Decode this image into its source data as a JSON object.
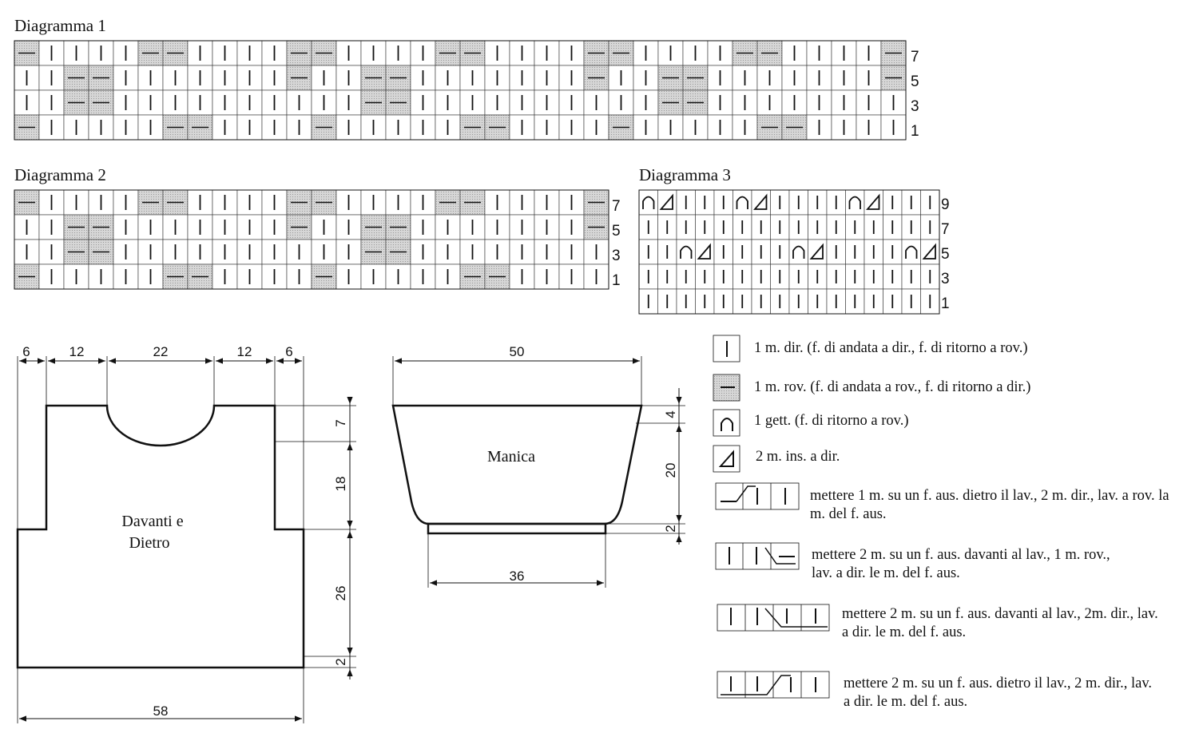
{
  "diagram1": {
    "title": "Diagramma 1",
    "row_numbers": [
      "7",
      "5",
      "3",
      "1"
    ]
  },
  "diagram2": {
    "title": "Diagramma 2",
    "row_numbers": [
      "7",
      "5",
      "3",
      "1"
    ]
  },
  "diagram3": {
    "title": "Diagramma 3",
    "row_numbers": [
      "9",
      "7",
      "5",
      "3",
      "1"
    ]
  },
  "body_schematic": {
    "label_line1": "Davanti e",
    "label_line2": "Dietro",
    "top_dims": [
      "6",
      "12",
      "22",
      "12",
      "6"
    ],
    "bottom_width": "58",
    "side_dims": [
      "7",
      "18",
      "26",
      "2"
    ]
  },
  "sleeve_schematic": {
    "label": "Manica",
    "top_width": "50",
    "bottom_width": "36",
    "side_dims": [
      "4",
      "20",
      "2"
    ]
  },
  "legend": [
    {
      "symbol": "knit-stitch",
      "text": "1 m. dir. (f. di andata a dir., f. di ritorno a rov.)"
    },
    {
      "symbol": "purl-stitch",
      "text": "1 m. rov. (f. di andata a rov., f. di ritorno a dir.)"
    },
    {
      "symbol": "yarn-over",
      "text": "1 gett. (f. di ritorno a rov.)"
    },
    {
      "symbol": "k2tog",
      "text": "2 m. ins. a dir."
    },
    {
      "symbol": "cable-back-purl",
      "text": "mettere 1 m. su un f. aus. dietro il lav., 2 m. dir., lav. a rov. la m. del f. aus."
    },
    {
      "symbol": "cable-front-purl",
      "text": "mettere 2 m. su un f. aus. davanti al lav., 1 m. rov., lav. a dir. le m. del f. aus."
    },
    {
      "symbol": "cable-front-knit",
      "text": "mettere 2 m. su un f. aus. davanti al lav., 2m. dir., lav. a dir. le m. del f. aus."
    },
    {
      "symbol": "cable-back-knit",
      "text": "mettere 2 m. su un f. aus. dietro il lav., 2 m. dir., lav. a dir. le m. del f. aus."
    }
  ]
}
